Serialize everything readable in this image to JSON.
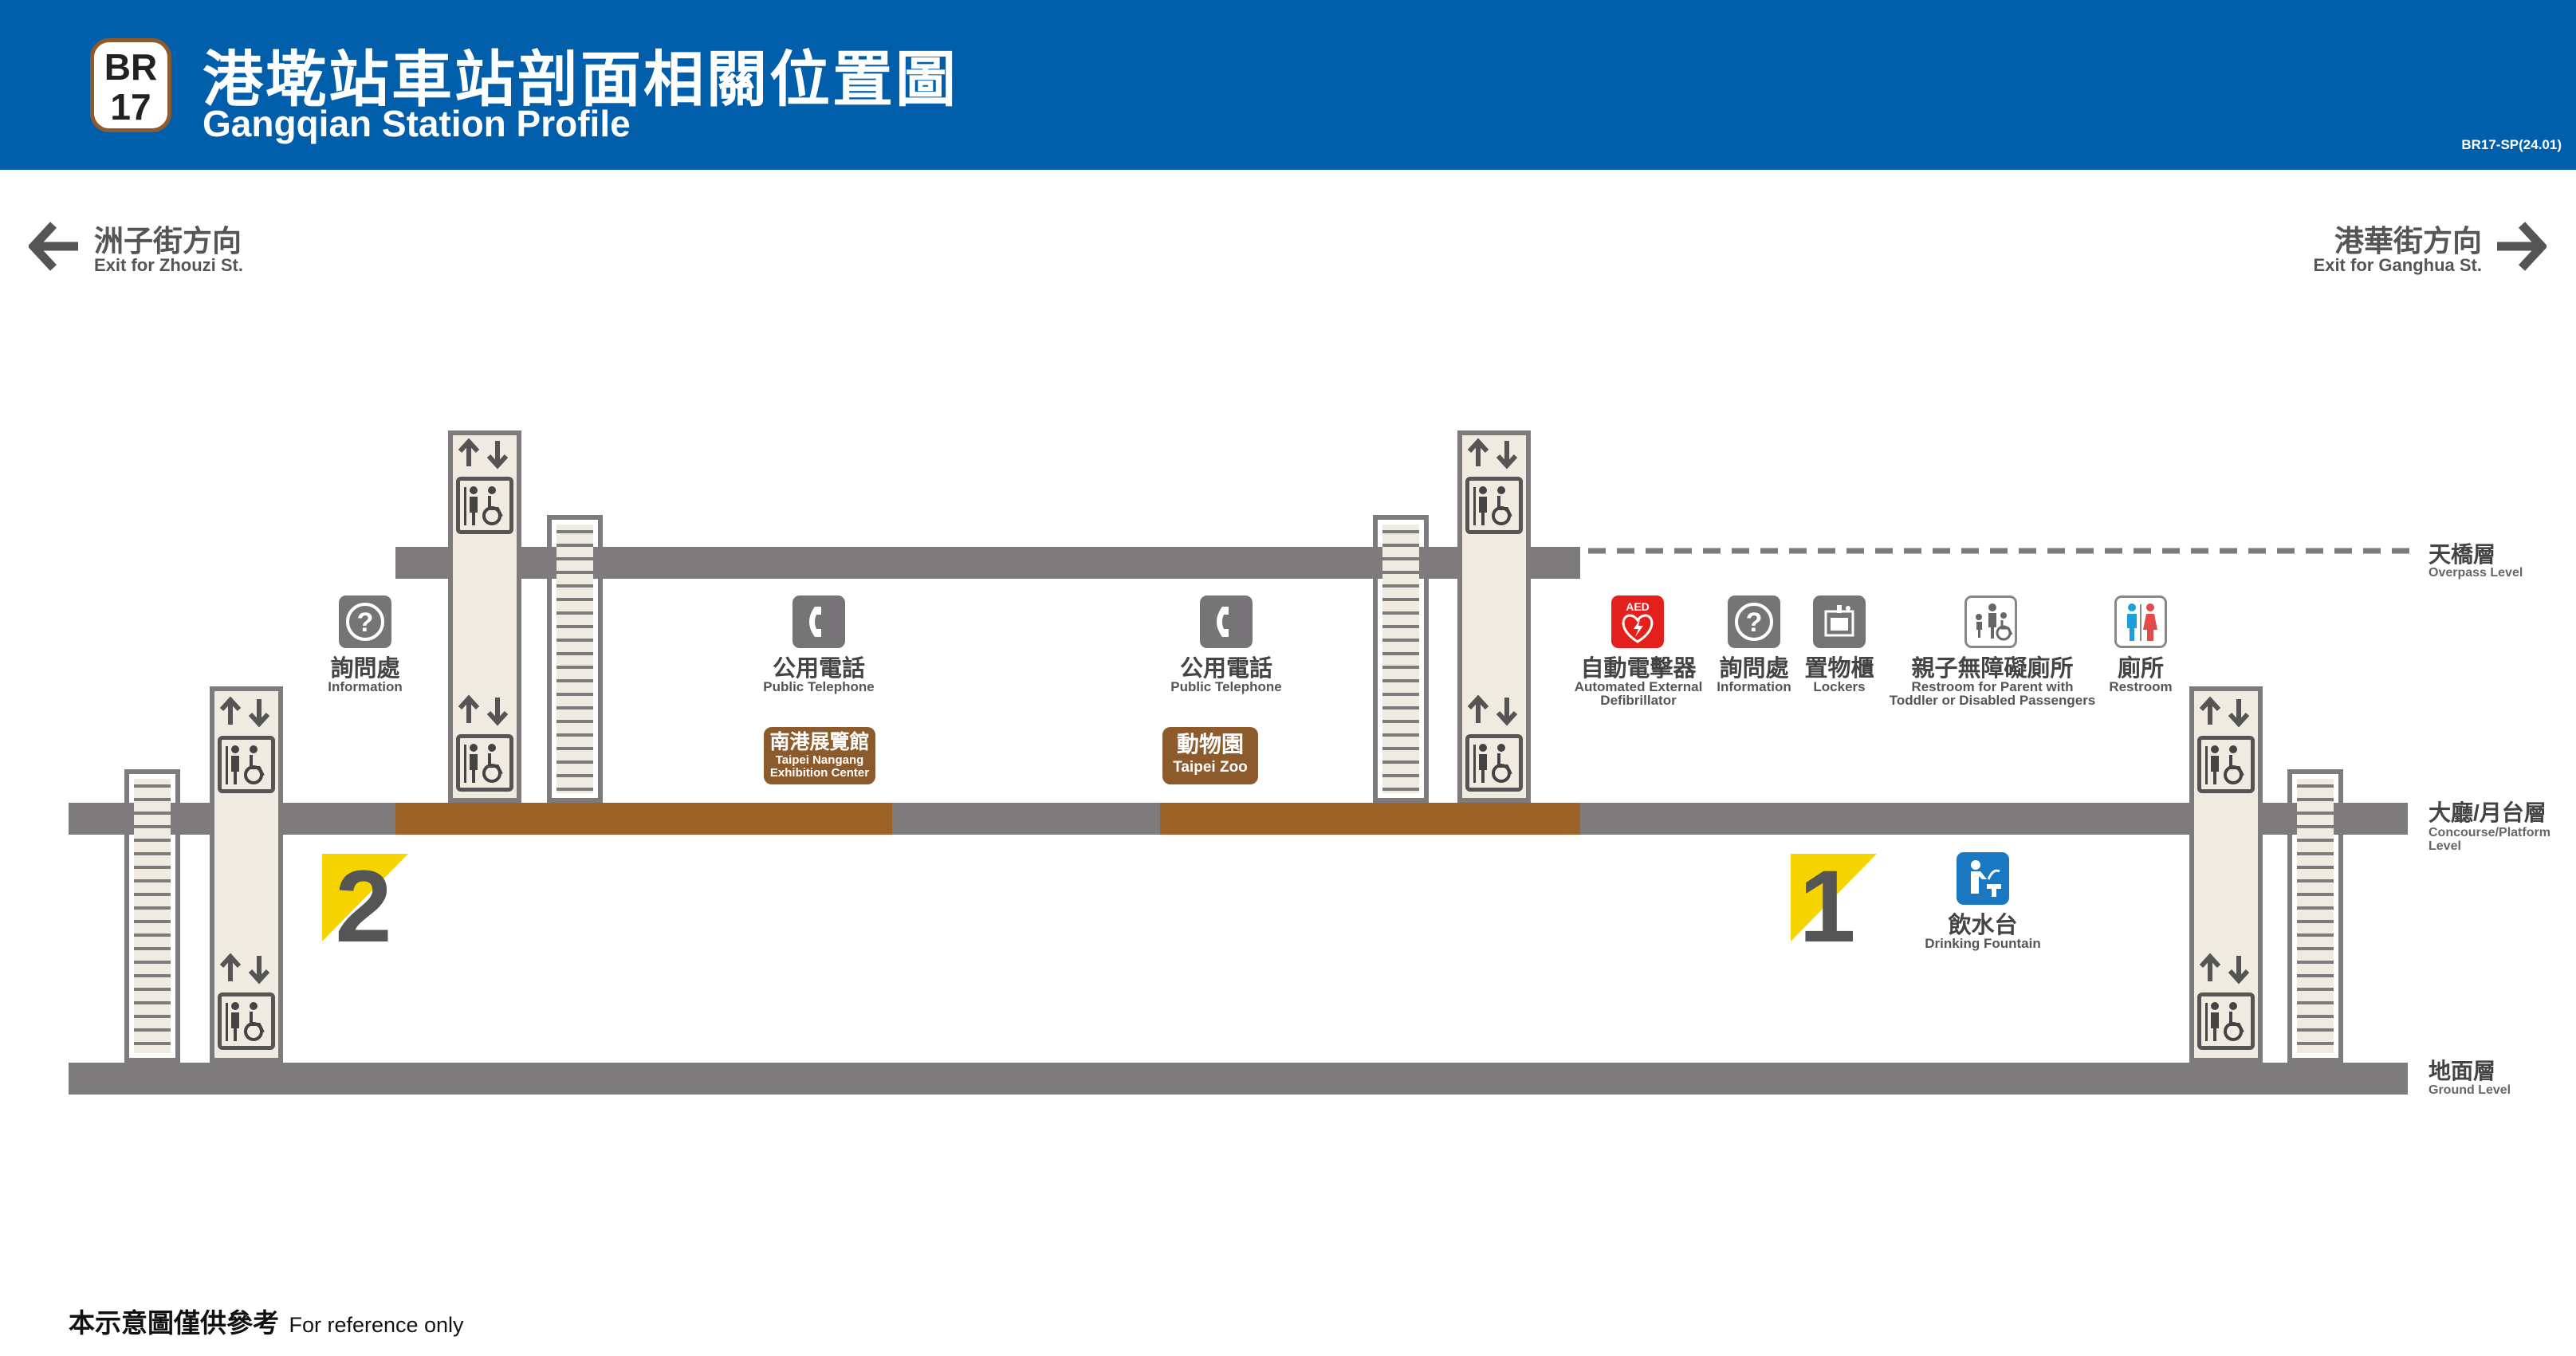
{
  "header": {
    "badge_line1": "BR",
    "badge_line2": "17",
    "title_zh": "港墘站車站剖面相關位置圖",
    "title_en": "Gangqian Station Profile",
    "code": "BR17-SP(24.01)"
  },
  "directions": {
    "left": {
      "zh": "洲子街方向",
      "en": "Exit for Zhouzi St."
    },
    "right": {
      "zh": "港華街方向",
      "en": "Exit for Ganghua St."
    }
  },
  "levels": {
    "overpass": {
      "zh": "天橋層",
      "en": "Overpass Level"
    },
    "concourse": {
      "zh": "大廳/月台層",
      "en_line1": "Concourse/Platform",
      "en_line2": "Level"
    },
    "ground": {
      "zh": "地面層",
      "en": "Ground Level"
    }
  },
  "facilities": {
    "info_left": {
      "zh": "詢問處",
      "en": "Information"
    },
    "phone_left": {
      "zh": "公用電話",
      "en": "Public Telephone"
    },
    "phone_right": {
      "zh": "公用電話",
      "en": "Public Telephone"
    },
    "aed": {
      "zh": "自動電擊器",
      "en_line1": "Automated External",
      "en_line2": "Defibrillator",
      "icon_text": "AED"
    },
    "info_right": {
      "zh": "詢問處",
      "en": "Information"
    },
    "lockers": {
      "zh": "置物櫃",
      "en": "Lockers"
    },
    "family_restroom": {
      "zh": "親子無障礙廁所",
      "en_line1": "Restroom for Parent with",
      "en_line2": "Toddler or Disabled Passengers"
    },
    "restroom": {
      "zh": "廁所",
      "en": "Restroom"
    },
    "drinking_fountain": {
      "zh": "飲水台",
      "en": "Drinking Fountain"
    }
  },
  "platforms": {
    "left": {
      "zh": "南港展覽館",
      "en_line1": "Taipei Nangang",
      "en_line2": "Exhibition Center",
      "number": "2"
    },
    "right": {
      "zh": "動物園",
      "en": "Taipei Zoo",
      "number": "1"
    }
  },
  "footer": {
    "zh": "本示意圖僅供參考",
    "en": "For reference only"
  },
  "colors": {
    "header_blue": "#005eab",
    "level_gray": "#7d7b7c",
    "platform_brown": "#9c6228",
    "exit_yellow": "#f5d400",
    "aed_red": "#e3201b",
    "fountain_blue": "#1a78c2",
    "male_blue": "#1ba0dc",
    "female_red": "#e44a4a"
  }
}
